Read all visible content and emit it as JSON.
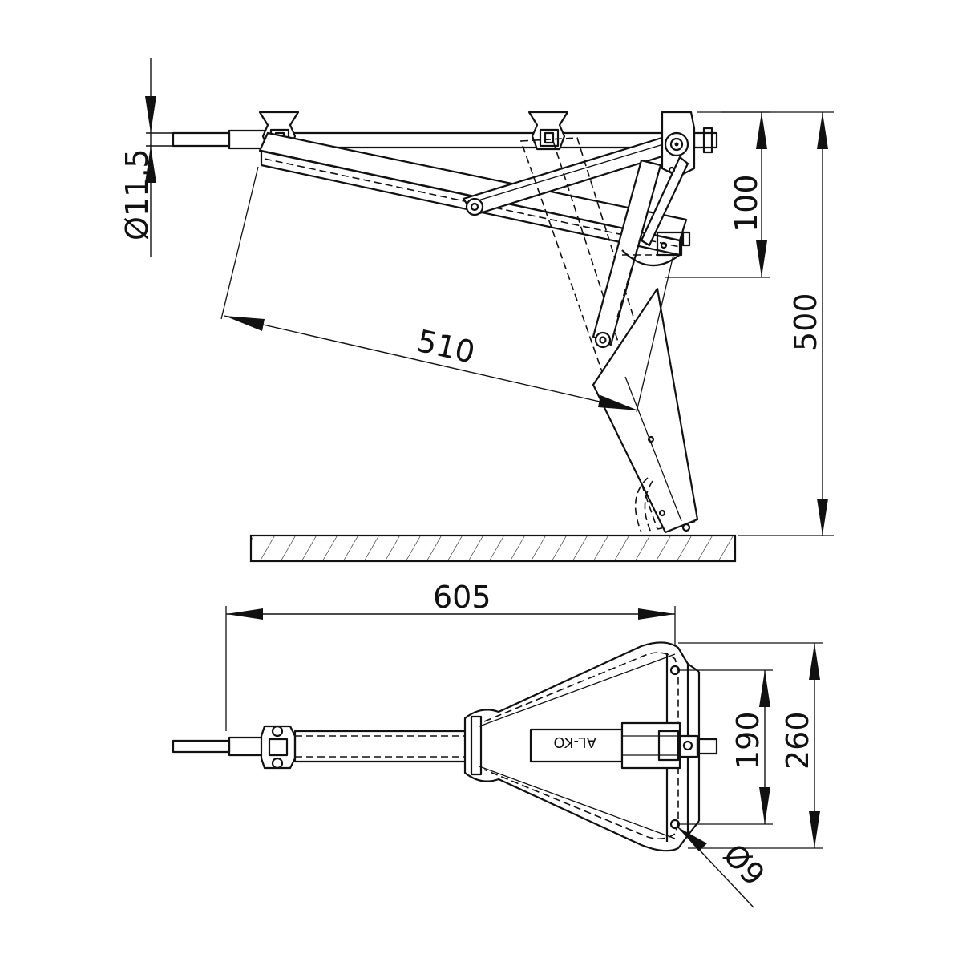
{
  "dimensions": {
    "pin_diameter": "Ø11,5",
    "height_offset": "100",
    "total_height": "500",
    "arm_length": "510",
    "total_length": "605",
    "hole_spacing": "190",
    "frame_width": "260",
    "hole_diameter": "Ø9"
  },
  "logo": {
    "brand": "AL-KO"
  }
}
